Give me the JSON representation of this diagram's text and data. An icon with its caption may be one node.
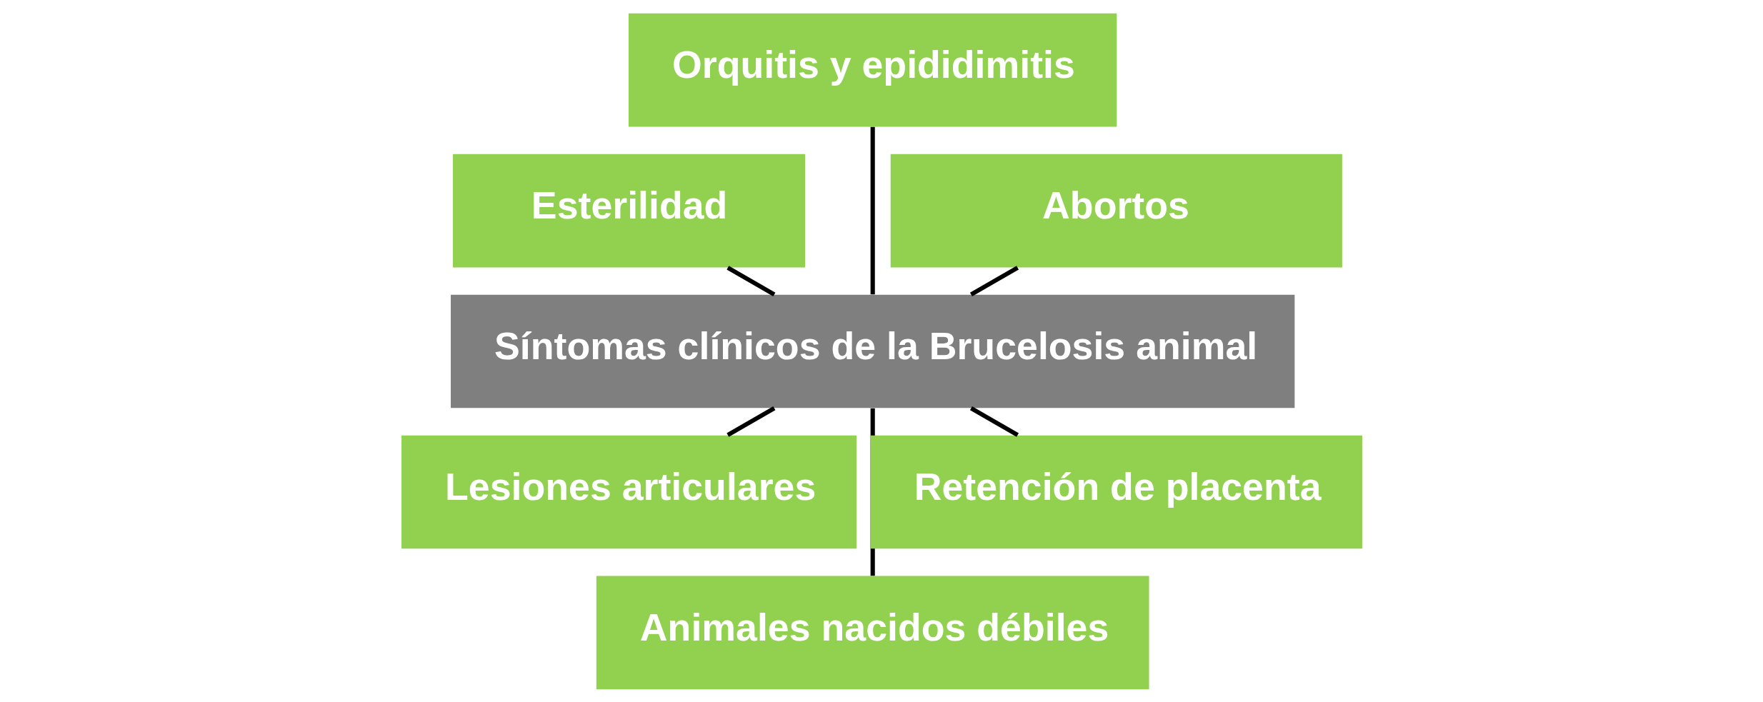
{
  "diagram": {
    "nodes": [
      {
        "text": [
          "Abortos"
        ]
      },
      {
        "text": [
          "Orquitis y epididimitis"
        ]
      },
      {
        "text": [
          "Síntomas clínicos de la Brucelosis animal"
        ]
      },
      {
        "text": [
          "Esterilidad"
        ]
      },
      {
        "text": [
          "Lesiones articulares"
        ]
      },
      {
        "text": [
          "Animales nacidos débiles"
        ]
      },
      {
        "text": [
          "Retención de placenta"
        ]
      }
    ],
    "edges": [
      {
        "from": 2,
        "to": 0,
        "arrow": "none"
      },
      {
        "from": 2,
        "to": 1,
        "arrow": "none"
      },
      {
        "from": 2,
        "to": 4,
        "arrow": "none"
      },
      {
        "from": 2,
        "to": 6,
        "arrow": "none"
      },
      {
        "from": 2,
        "to": 5,
        "arrow": "none"
      },
      {
        "from": 2,
        "to": 3,
        "arrow": "none"
      }
    ]
  }
}
